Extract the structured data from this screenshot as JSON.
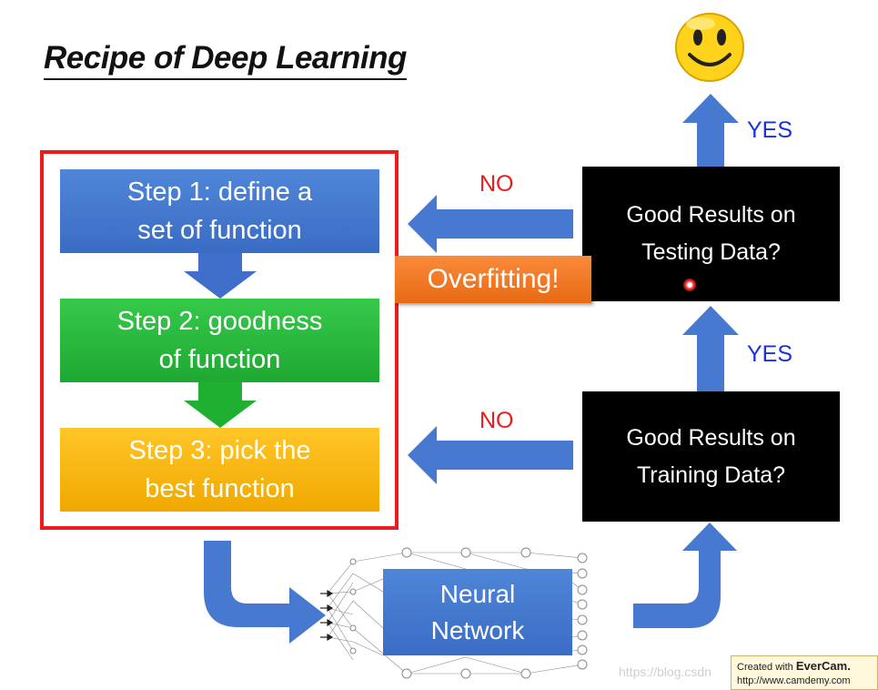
{
  "title": "Recipe of Deep Learning",
  "steps": [
    {
      "line1": "Step 1: define a",
      "line2": "set of function"
    },
    {
      "line1": "Step 2: goodness",
      "line2": "of function"
    },
    {
      "line1": "Step 3: pick the",
      "line2": "best function"
    }
  ],
  "testing_check": {
    "line1": "Good Results on",
    "line2": "Testing Data?"
  },
  "training_check": {
    "line1": "Good Results on",
    "line2": "Training Data?"
  },
  "overfitting_label": "Overfitting!",
  "no_label_top": "NO",
  "no_label_bottom": "NO",
  "yes_label_top": "YES",
  "yes_label_bottom": "YES",
  "neural_network": {
    "line1": "Neural",
    "line2": "Network"
  },
  "smiley_icon": "smiley-face-icon",
  "colors": {
    "step1": "#4479d0",
    "step2": "#2bbd3f",
    "step3": "#f7b614",
    "frame": "#ec1c1c",
    "arrow": "#4679cf",
    "overfit": "#f07a24"
  },
  "watermark": {
    "url_text": "https://blog.csdn",
    "created": "Created with",
    "brand": "EverCam.",
    "site": "http://www.camdemy.com"
  }
}
